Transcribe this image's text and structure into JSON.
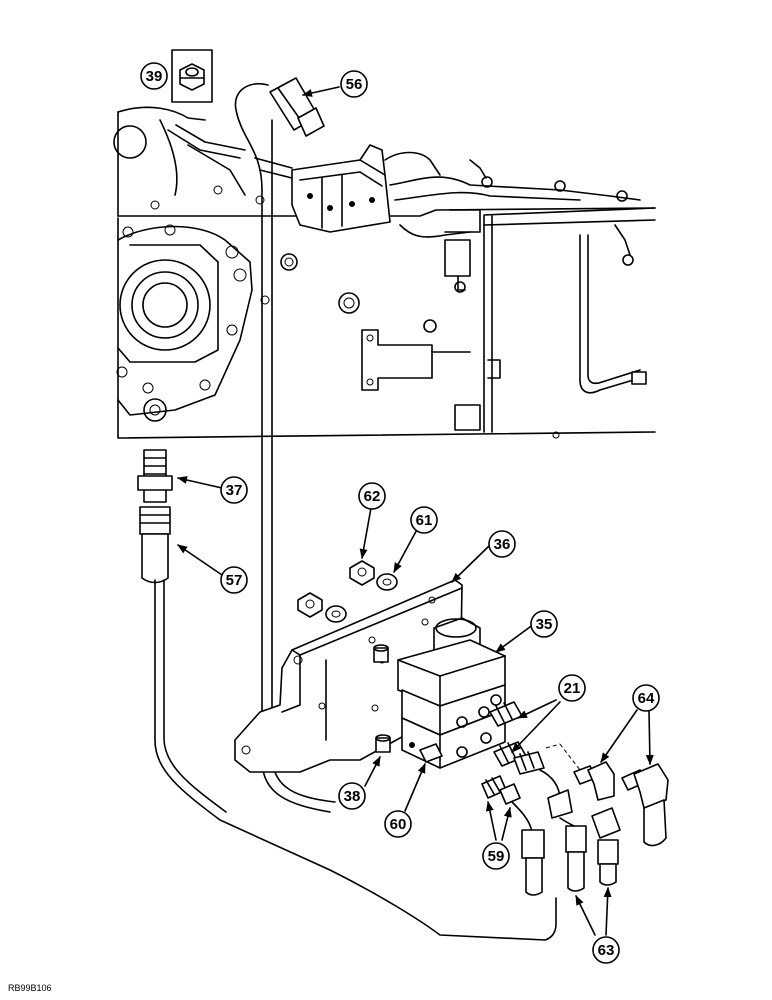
{
  "figure": {
    "image_code": "RB99B106",
    "callouts": [
      {
        "id": "c39",
        "label": "39"
      },
      {
        "id": "c56",
        "label": "56"
      },
      {
        "id": "c37",
        "label": "37"
      },
      {
        "id": "c57",
        "label": "57"
      },
      {
        "id": "c62",
        "label": "62"
      },
      {
        "id": "c61",
        "label": "61"
      },
      {
        "id": "c36",
        "label": "36"
      },
      {
        "id": "c35",
        "label": "35"
      },
      {
        "id": "c21",
        "label": "21"
      },
      {
        "id": "c64",
        "label": "64"
      },
      {
        "id": "c38",
        "label": "38"
      },
      {
        "id": "c60",
        "label": "60"
      },
      {
        "id": "c59",
        "label": "59"
      },
      {
        "id": "c63",
        "label": "63"
      }
    ]
  }
}
